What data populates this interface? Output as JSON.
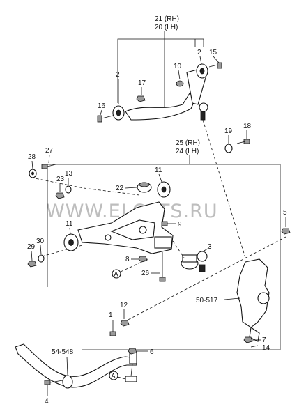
{
  "watermark": "WWW.ELCATS.RU",
  "assemblies": {
    "upper_arm_rh": "21 (RH)",
    "upper_arm_lh": "20 (LH)",
    "lower_arm_rh": "25 (RH)",
    "lower_arm_lh": "24 (LH)"
  },
  "callouts": {
    "c1": "1",
    "c2a": "2",
    "c2b": "2",
    "c3": "3",
    "c4": "4",
    "c5": "5",
    "c6": "6",
    "c7": "7",
    "c8": "8",
    "c9": "9",
    "c10": "10",
    "c11a": "11",
    "c11b": "11",
    "c12": "12",
    "c13": "13",
    "c14": "14",
    "c15": "15",
    "c16": "16",
    "c17": "17",
    "c18": "18",
    "c19": "19",
    "c22": "22",
    "c23": "23",
    "c26": "26",
    "c27": "27",
    "c28": "28",
    "c29": "29",
    "c30": "30",
    "ref_knuckle": "50-517",
    "ref_stabilizer": "54-548",
    "ref_a1": "A",
    "ref_a2": "A"
  }
}
